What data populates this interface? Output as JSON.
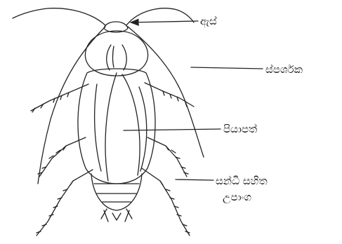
{
  "diagram": {
    "labels": {
      "eye": "ඇස්",
      "antenna": "ස්පර්ශක",
      "wing": "පියාපත්",
      "jointed_appendages_line1": "සන්ධි සහිත",
      "jointed_appendages_line2": "උපාංග"
    },
    "colors": {
      "line": "#222222",
      "background": "#ffffff"
    },
    "icons": {
      "subject": "cockroach-icon"
    }
  }
}
